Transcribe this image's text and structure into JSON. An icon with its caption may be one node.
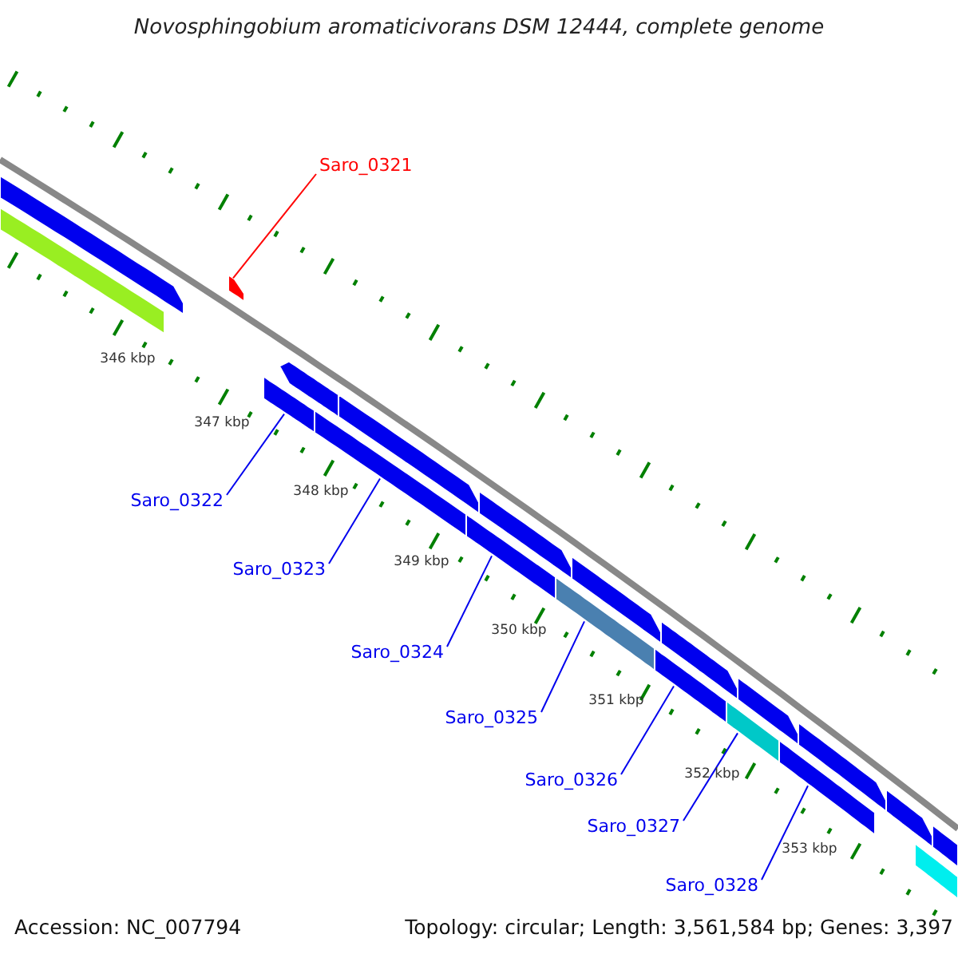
{
  "diagram": {
    "title": "Novosphingobium aromaticivorans DSM 12444, complete genome",
    "nodes": [
      {
        "text": [
          "Saro_0321"
        ]
      },
      {
        "text": [],
        "shape": "bar"
      },
      {
        "text": [
          "Saro_0322"
        ]
      },
      {
        "text": [],
        "shape": "bar"
      },
      {
        "text": [
          "Saro_0323"
        ]
      },
      {
        "text": [],
        "shape": "bar"
      },
      {
        "text": [
          "Saro_0324"
        ]
      },
      {
        "text": [],
        "shape": "bar"
      },
      {
        "text": [
          "Saro_0325"
        ]
      },
      {
        "text": [],
        "shape": "bar"
      },
      {
        "text": [
          "Saro_0326"
        ]
      },
      {
        "text": [],
        "shape": "bar"
      },
      {
        "text": [
          "Saro_0327"
        ]
      },
      {
        "text": [],
        "shape": "bar"
      },
      {
        "text": [
          "Saro_0328"
        ]
      },
      {
        "text": [],
        "shape": "bar"
      },
      {
        "text": [],
        "shape": "bar"
      },
      {
        "text": [],
        "shape": "bar"
      },
      {
        "text": [],
        "shape": "bar"
      },
      {
        "text": [],
        "shape": "bar"
      },
      {
        "text": [],
        "shape": "bar"
      },
      {
        "text": [],
        "shape": "bar"
      },
      {
        "text": [],
        "shape": "bar"
      },
      {
        "text": [],
        "shape": "bar"
      },
      {
        "text": [],
        "shape": "bar"
      },
      {
        "text": [],
        "shape": "bar"
      },
      {
        "text": [],
        "shape": "bar"
      },
      {
        "text": [],
        "shape": "bar"
      }
    ],
    "edges": [
      {
        "from": 0,
        "to": 1,
        "arrow": "none",
        "color": "#ff0000"
      },
      {
        "from": 2,
        "to": 3,
        "arrow": "none"
      },
      {
        "from": 4,
        "to": 5,
        "arrow": "none"
      },
      {
        "from": 6,
        "to": 7,
        "arrow": "none"
      },
      {
        "from": 8,
        "to": 9,
        "arrow": "none"
      },
      {
        "from": 10,
        "to": 11,
        "arrow": "none"
      },
      {
        "from": 12,
        "to": 13,
        "arrow": "none"
      },
      {
        "from": 14,
        "to": 15,
        "arrow": "none"
      }
    ],
    "labels": [
      "346 kbp",
      "347 kbp",
      "348 kbp",
      "349 kbp",
      "350 kbp",
      "351 kbp",
      "352 kbp",
      "353 kbp",
      "Accession: NC_007794",
      "Topology: circular; Length: 3,561,584 bp; Genes: 3,397"
    ]
  }
}
